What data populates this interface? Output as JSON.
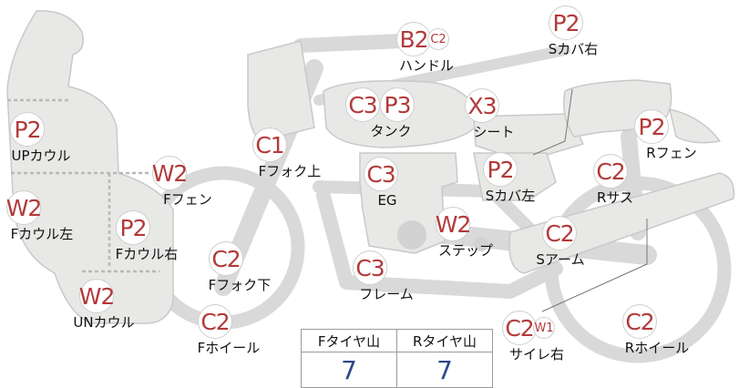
{
  "parts": [
    {
      "grades": [
        "P2"
      ],
      "label": "UPカウル"
    },
    {
      "grades": [
        "W2"
      ],
      "label": "Fカウル左"
    },
    {
      "grades": [
        "P2"
      ],
      "label": "Fカウル右"
    },
    {
      "grades": [
        "W2"
      ],
      "label": "UNカウル"
    },
    {
      "grades": [
        "W2"
      ],
      "label": "Fフェン"
    },
    {
      "grades": [
        "C1"
      ],
      "label": "Fフォク上"
    },
    {
      "grades": [
        "C2"
      ],
      "label": "Fフォク下"
    },
    {
      "grades": [
        "C2"
      ],
      "label": "Fホイール"
    },
    {
      "grades": [
        "B2",
        "C2"
      ],
      "label": "ハンドル"
    },
    {
      "grades": [
        "C3",
        "P3"
      ],
      "label": "タンク"
    },
    {
      "grades": [
        "C3"
      ],
      "label": "EG"
    },
    {
      "grades": [
        "C3"
      ],
      "label": "フレーム"
    },
    {
      "grades": [
        "W2"
      ],
      "label": "ステップ"
    },
    {
      "grades": [
        "X3"
      ],
      "label": "シート"
    },
    {
      "grades": [
        "P2"
      ],
      "label": "Sカバ右"
    },
    {
      "grades": [
        "P2"
      ],
      "label": "Sカバ左"
    },
    {
      "grades": [
        "P2"
      ],
      "label": "Rフェン"
    },
    {
      "grades": [
        "C2"
      ],
      "label": "Rサス"
    },
    {
      "grades": [
        "C2"
      ],
      "label": "Sアーム"
    },
    {
      "grades": [
        "C2",
        "W1"
      ],
      "label": "サイレ右"
    },
    {
      "grades": [
        "C2"
      ],
      "label": "Rホイール"
    }
  ],
  "tire_table": {
    "front_header": "Fタイヤ山",
    "rear_header": "Rタイヤ山",
    "front_value": "7",
    "rear_value": "7"
  }
}
